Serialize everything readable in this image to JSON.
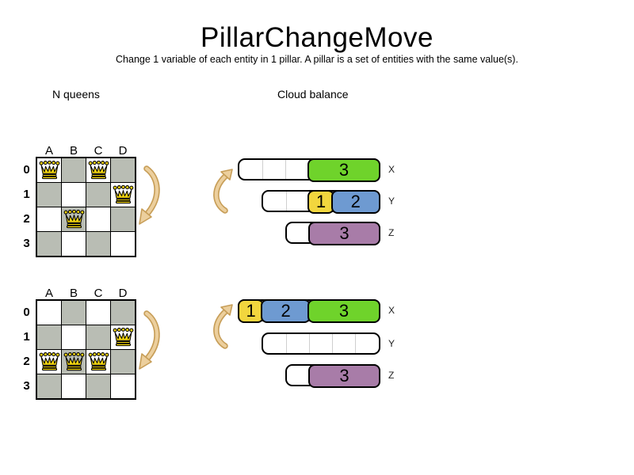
{
  "title": "PillarChangeMove",
  "subtitle": "Change 1 variable of each entity in 1 pillar. A pillar is a set of entities with the same value(s).",
  "sections": {
    "nqueens_label": "N queens",
    "cloud_label": "Cloud balance"
  },
  "colors": {
    "board_dark_square": "#b9bdb4",
    "board_light_square": "#ffffff",
    "queen_fill": "#f2d410",
    "process_green": "#6fd32b",
    "process_yellow": "#f2d63e",
    "process_blue": "#6e9ad1",
    "process_purple": "#a87ca8",
    "arrow_fill": "#eccf9d",
    "arrow_outline": "#c79e58",
    "bar_divider": "#cfcfcf"
  },
  "boards": [
    {
      "id": "before",
      "columns": [
        "A",
        "B",
        "C",
        "D"
      ],
      "rows": [
        "0",
        "1",
        "2",
        "3"
      ],
      "queens": [
        {
          "col": "A",
          "row": "0"
        },
        {
          "col": "C",
          "row": "0"
        },
        {
          "col": "D",
          "row": "1"
        },
        {
          "col": "B",
          "row": "2"
        }
      ]
    },
    {
      "id": "after",
      "columns": [
        "A",
        "B",
        "C",
        "D"
      ],
      "rows": [
        "0",
        "1",
        "2",
        "3"
      ],
      "queens": [
        {
          "col": "D",
          "row": "1"
        },
        {
          "col": "A",
          "row": "2"
        },
        {
          "col": "B",
          "row": "2"
        },
        {
          "col": "C",
          "row": "2"
        }
      ]
    }
  ],
  "cloud_states": [
    {
      "id": "before",
      "computers": [
        {
          "label": "X",
          "capacity": 6,
          "processes": [
            {
              "value": "3",
              "units": 3,
              "color": "process_green"
            }
          ]
        },
        {
          "label": "Y",
          "capacity": 5,
          "processes": [
            {
              "value": "1",
              "units": 1,
              "color": "process_yellow"
            },
            {
              "value": "2",
              "units": 2,
              "color": "process_blue"
            }
          ]
        },
        {
          "label": "Z",
          "capacity": 4,
          "processes": [
            {
              "value": "3",
              "units": 3,
              "color": "process_purple"
            }
          ]
        }
      ]
    },
    {
      "id": "after",
      "computers": [
        {
          "label": "X",
          "capacity": 6,
          "processes": [
            {
              "value": "1",
              "units": 1,
              "color": "process_yellow"
            },
            {
              "value": "2",
              "units": 2,
              "color": "process_blue"
            },
            {
              "value": "3",
              "units": 3,
              "color": "process_green"
            }
          ]
        },
        {
          "label": "Y",
          "capacity": 5,
          "processes": []
        },
        {
          "label": "Z",
          "capacity": 4,
          "processes": [
            {
              "value": "3",
              "units": 3,
              "color": "process_purple"
            }
          ]
        }
      ]
    }
  ]
}
